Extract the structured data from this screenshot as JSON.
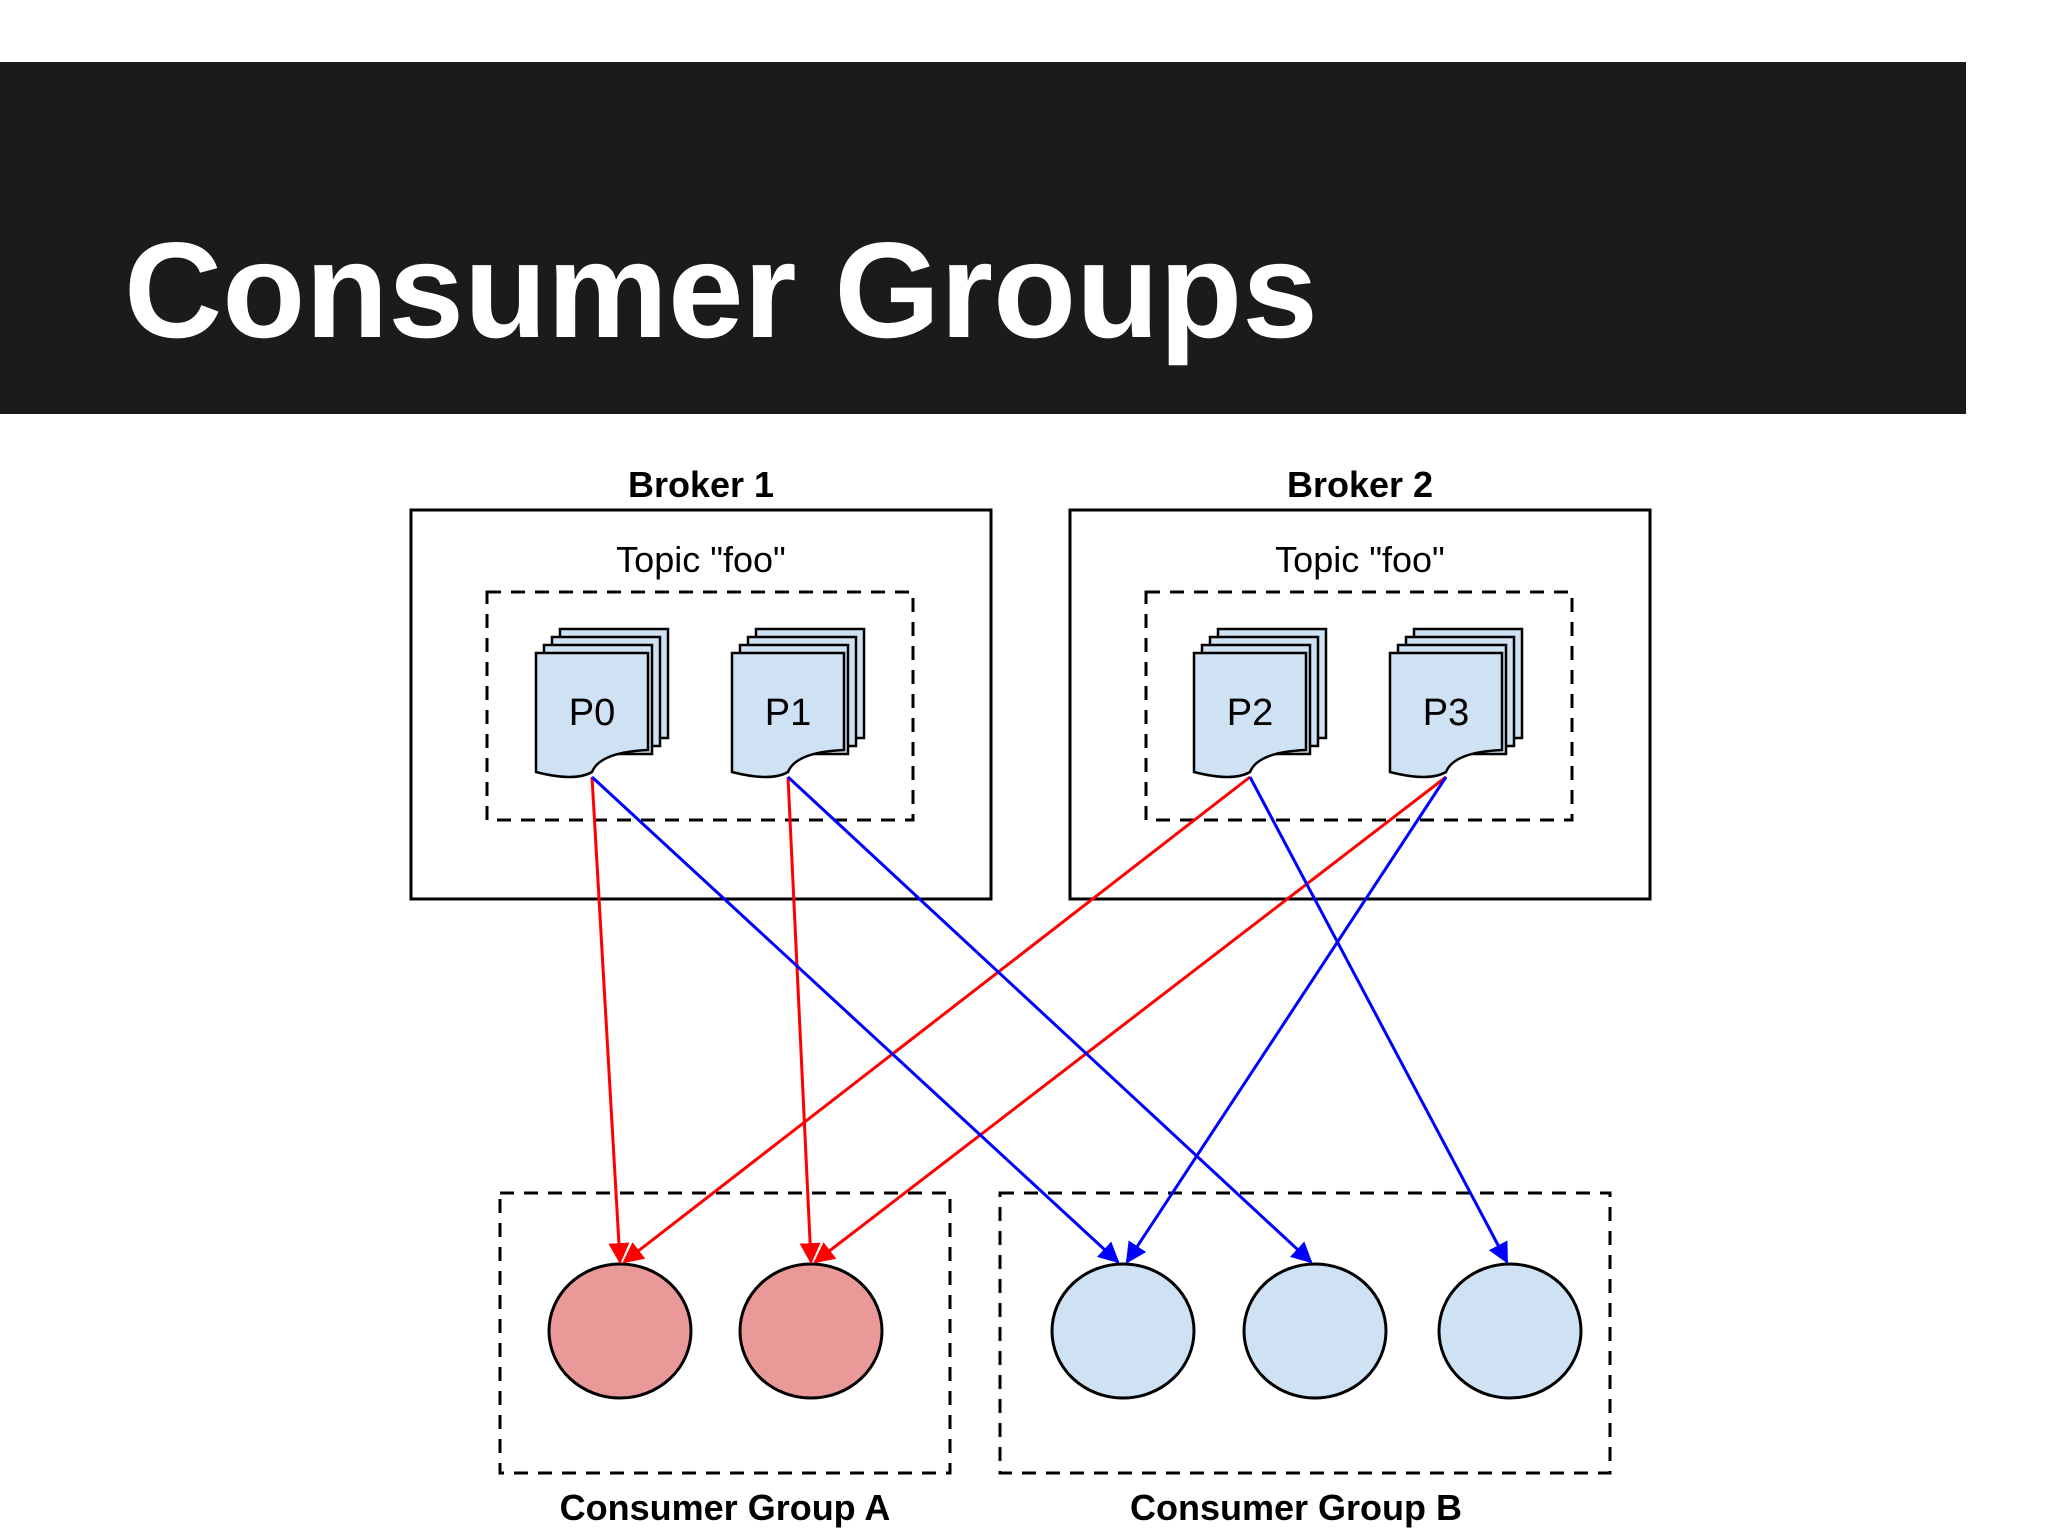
{
  "slide": {
    "title": "Consumer Groups"
  },
  "brokers": [
    {
      "label": "Broker 1",
      "topic_label": "Topic \"foo\"",
      "partitions": [
        "P0",
        "P1"
      ]
    },
    {
      "label": "Broker 2",
      "topic_label": "Topic \"foo\"",
      "partitions": [
        "P2",
        "P3"
      ]
    }
  ],
  "consumer_groups": [
    {
      "label": "Consumer Group A",
      "consumer_count": 2,
      "color": "#ea9999"
    },
    {
      "label": "Consumer Group B",
      "consumer_count": 3,
      "color": "#cfe2f3"
    }
  ],
  "colors": {
    "title_bar": "#1b1b1b",
    "partition_fill": "#cfe2f3",
    "group_a_arrow": "#ff0000",
    "group_b_arrow": "#0000ff"
  },
  "assignments": [
    {
      "partition": "P0",
      "group": "Consumer Group A",
      "consumer": 1
    },
    {
      "partition": "P1",
      "group": "Consumer Group A",
      "consumer": 2
    },
    {
      "partition": "P2",
      "group": "Consumer Group A",
      "consumer": 1
    },
    {
      "partition": "P3",
      "group": "Consumer Group A",
      "consumer": 2
    },
    {
      "partition": "P0",
      "group": "Consumer Group B",
      "consumer": 1
    },
    {
      "partition": "P1",
      "group": "Consumer Group B",
      "consumer": 2
    },
    {
      "partition": "P2",
      "group": "Consumer Group B",
      "consumer": 3
    },
    {
      "partition": "P3",
      "group": "Consumer Group B",
      "consumer": 1
    }
  ]
}
